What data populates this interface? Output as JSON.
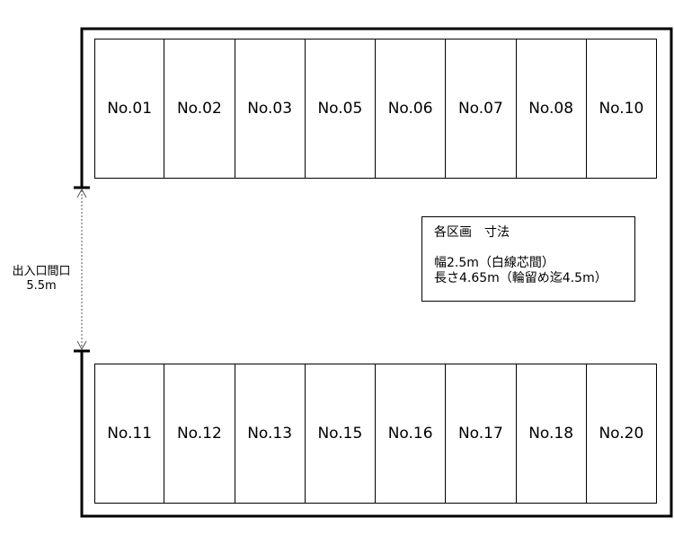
{
  "entrance": {
    "label": "出入口間口",
    "width": "5.5m"
  },
  "slots_top": [
    "No.01",
    "No.02",
    "No.03",
    "No.05",
    "No.06",
    "No.07",
    "No.08",
    "No.10"
  ],
  "slots_bottom": [
    "No.11",
    "No.12",
    "No.13",
    "No.15",
    "No.16",
    "No.17",
    "No.18",
    "No.20"
  ],
  "dimensions": {
    "title": "各区画　寸法",
    "width_line": "幅2.5m（白線芯間）",
    "length_line": "長さ4.65m（輪留め迄4.5m）"
  },
  "colors": {
    "line": "#000000",
    "background": "#ffffff",
    "dimension_line": "#555555"
  }
}
